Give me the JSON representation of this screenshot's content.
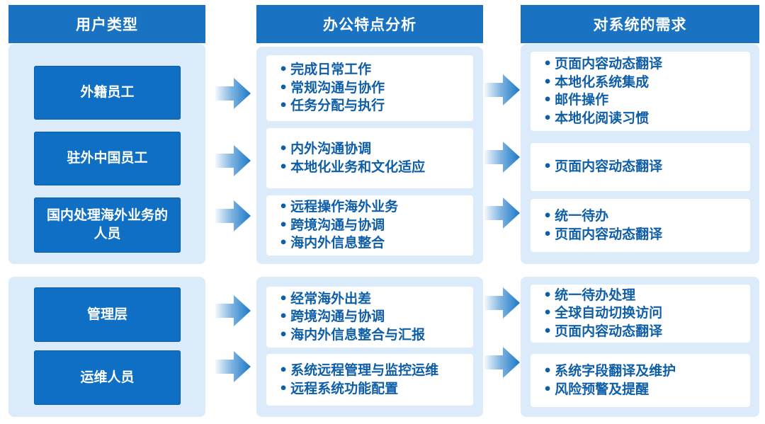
{
  "headers": {
    "user_type": "用户类型",
    "analysis": "办公特点分析",
    "needs": "对系统的需求"
  },
  "users": [
    {
      "label": "外籍员工"
    },
    {
      "label": "驻外中国员工"
    },
    {
      "label": "国内处理海外业务的人员"
    },
    {
      "label": "管理层"
    },
    {
      "label": "运维人员"
    }
  ],
  "analysis": [
    {
      "items": [
        "完成日常工作",
        "常规沟通与协作",
        "任务分配与执行"
      ]
    },
    {
      "items": [
        "内外沟通协调",
        "本地化业务和文化适应"
      ]
    },
    {
      "items": [
        "远程操作海外业务",
        "跨境沟通与协调",
        "海内外信息整合"
      ]
    },
    {
      "items": [
        "经常海外出差",
        "跨境沟通与协调",
        "海内外信息整合与汇报"
      ]
    },
    {
      "items": [
        "系统远程管理与监控运维",
        "远程系统功能配置"
      ]
    }
  ],
  "needs": [
    {
      "items": [
        "页面内容动态翻译",
        "本地化系统集成",
        "邮件操作",
        "本地化阅读习惯"
      ]
    },
    {
      "items": [
        "页面内容动态翻译"
      ]
    },
    {
      "items": [
        "统一待办",
        "页面内容动态翻译"
      ]
    },
    {
      "items": [
        "统一待办处理",
        "全球自动切换访问",
        "页面内容动态翻译"
      ]
    },
    {
      "items": [
        "系统字段翻译及维护",
        "风险预警及提醒"
      ]
    }
  ],
  "colors": {
    "header_bg": "#1a73c2",
    "user_box_bg": "#0e6fc4",
    "panel_bg": "#dcebfa",
    "text_blue": "#0f5ea8",
    "arrow": "#1a78c8"
  }
}
